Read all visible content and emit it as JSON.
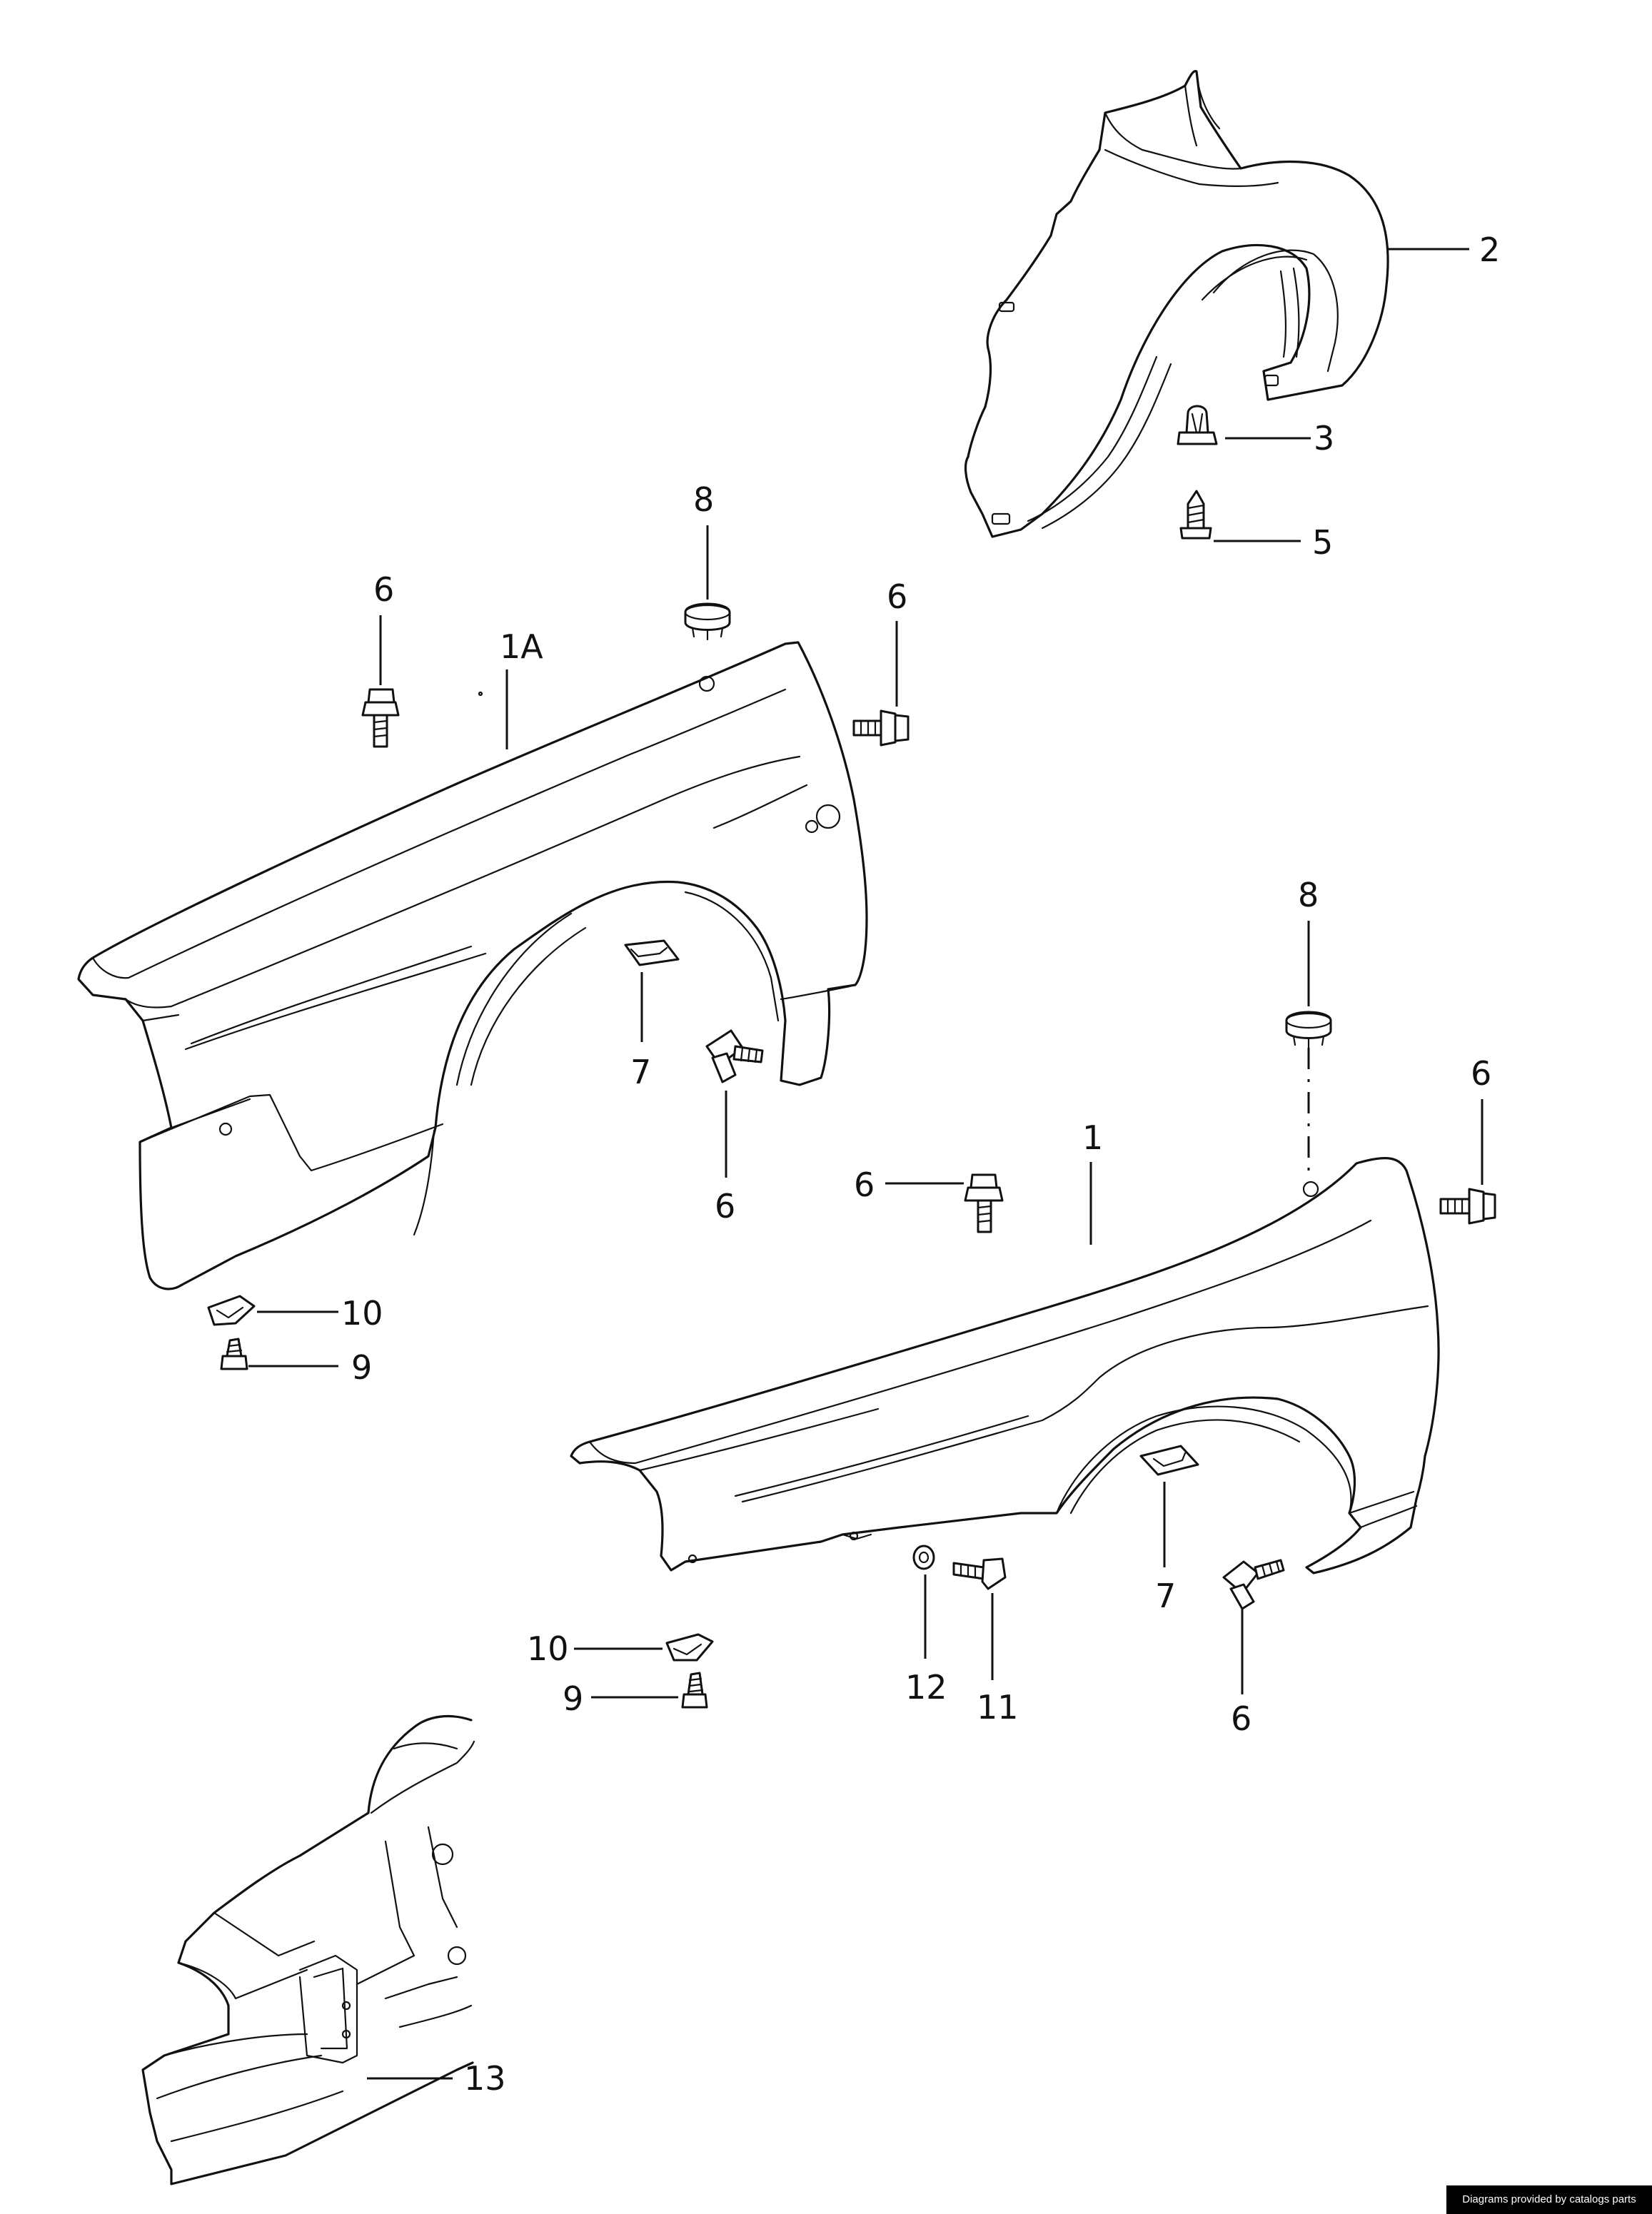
{
  "callouts": {
    "c2": "2",
    "c3": "3",
    "c5": "5",
    "c8a": "8",
    "c6a": "6",
    "c1a": "1A",
    "c6b": "6",
    "c7a": "7",
    "c6c": "6",
    "c10a": "10",
    "c9a": "9",
    "c8b": "8",
    "c6d": "6",
    "c1": "1",
    "c6e": "6",
    "c7b": "7",
    "c12": "12",
    "c11": "11",
    "c6f": "6",
    "c10b": "10",
    "c9b": "9",
    "c13": "13"
  },
  "footer": {
    "credit": "Diagrams provided by catalogs parts"
  },
  "colors": {
    "line": "#111111",
    "background": "#ffffff",
    "credit_bg": "#000000",
    "credit_text": "#ffffff"
  }
}
